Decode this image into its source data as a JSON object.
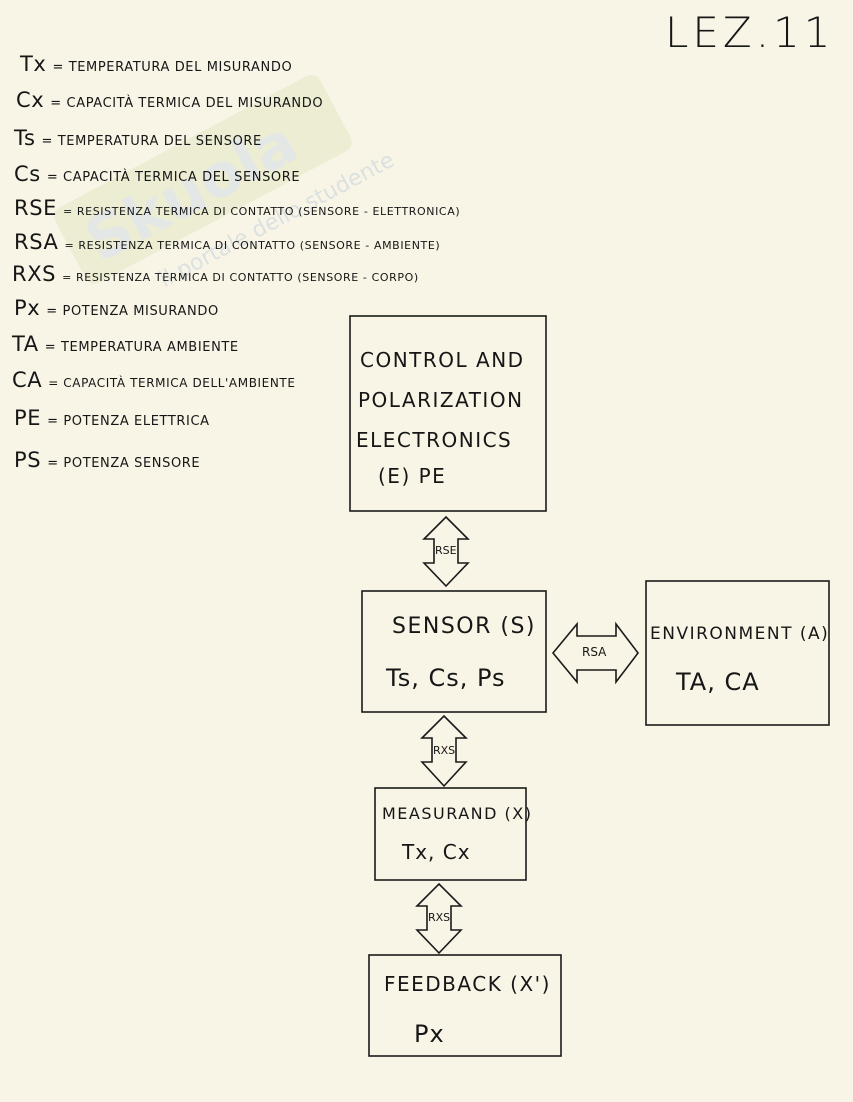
{
  "header": {
    "title": "LEZ.11"
  },
  "watermark": {
    "brand": "Skuola.net",
    "slogan": "il portale dello studente"
  },
  "legend": [
    {
      "symbol": "Tx",
      "definition": "= TEMPERATURA DEL MISURANDO"
    },
    {
      "symbol": "Cx",
      "definition": "= CAPACITÀ TERMICA DEL MISURANDO"
    },
    {
      "symbol": "Ts",
      "definition": "= TEMPERATURA DEL SENSORE"
    },
    {
      "symbol": "Cs",
      "definition": "= CAPACITÀ TERMICA DEL SENSORE"
    },
    {
      "symbol": "RSE",
      "definition": "= RESISTENZA TERMICA DI CONTATTO (SENSORE - ELETTRONICA)"
    },
    {
      "symbol": "RSA",
      "definition": "= RESISTENZA TERMICA DI CONTATTO (SENSORE - AMBIENTE)"
    },
    {
      "symbol": "RXS",
      "definition": "= RESISTENZA TERMICA DI CONTATTO (SENSORE - CORPO)"
    },
    {
      "symbol": "Px",
      "definition": "= POTENZA MISURANDO"
    },
    {
      "symbol": "TA",
      "definition": "= TEMPERATURA AMBIENTE"
    },
    {
      "symbol": "CA",
      "definition": "= CAPACITÀ TERMICA DELL'AMBIENTE"
    },
    {
      "symbol": "PE",
      "definition": "= POTENZA ELETTRICA"
    },
    {
      "symbol": "PS",
      "definition": "= POTENZA SENSORE"
    }
  ],
  "nodes": {
    "electronics": {
      "line1": "CONTROL AND",
      "line2": "POLARIZATION",
      "line3": "ELECTRONICS",
      "line4": "(E) PE"
    },
    "sensor": {
      "title": "SENSOR (S)",
      "vars": "Ts, Cs, Ps"
    },
    "environment": {
      "title": "ENVIRONMENT (A)",
      "vars": "TA, CA"
    },
    "measurand": {
      "title": "MEASURAND (X)",
      "vars": "Tx, Cx"
    },
    "feedback": {
      "title": "FEEDBACK (X')",
      "vars": "Px"
    }
  },
  "arrows": {
    "electronics_sensor": "RSE",
    "sensor_environment": "RSA",
    "sensor_measurand": "RXS",
    "measurand_feedback": "RXS"
  }
}
